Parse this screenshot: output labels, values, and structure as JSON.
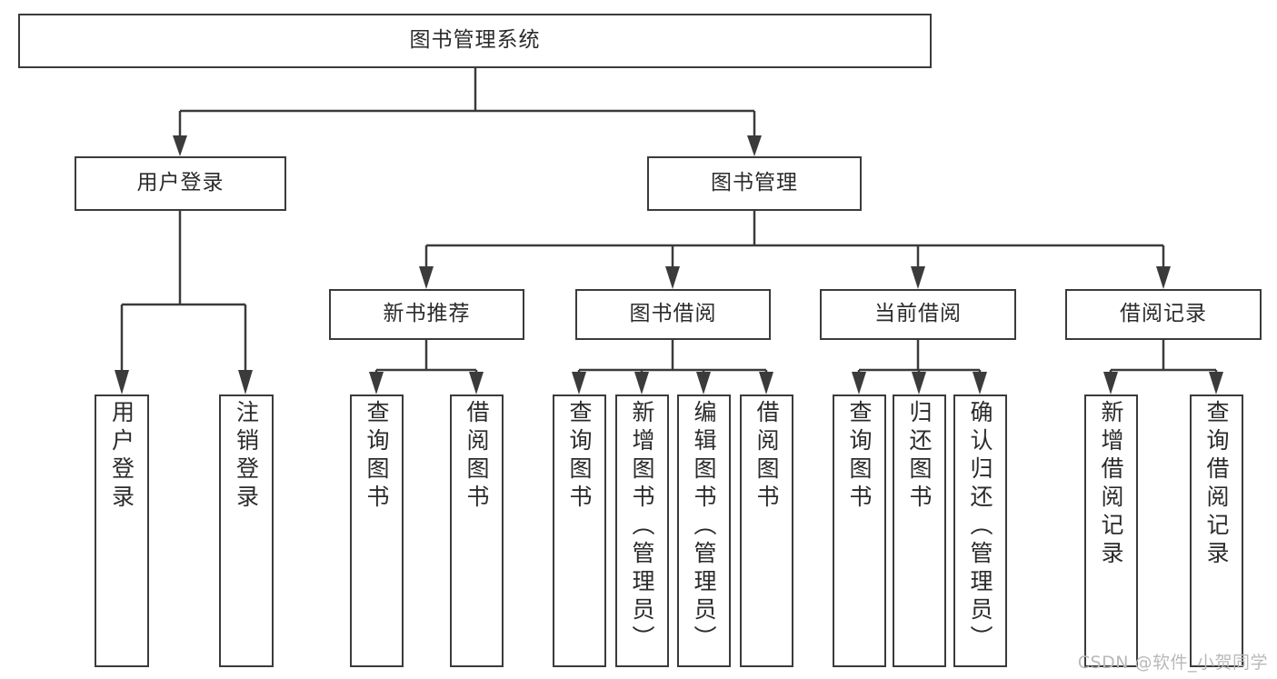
{
  "diagram": {
    "title": "图书管理系统",
    "type": "tree",
    "root": {
      "id": "root",
      "label": "图书管理系统",
      "orientation": "horizontal"
    },
    "level2": [
      {
        "id": "user-login",
        "label": "用户登录",
        "orientation": "horizontal"
      },
      {
        "id": "book-management",
        "label": "图书管理",
        "orientation": "horizontal"
      }
    ],
    "level3": [
      {
        "id": "new-book-recommend",
        "label": "新书推荐",
        "orientation": "horizontal",
        "parent": "book-management"
      },
      {
        "id": "book-borrow",
        "label": "图书借阅",
        "orientation": "horizontal",
        "parent": "book-management"
      },
      {
        "id": "current-borrow",
        "label": "当前借阅",
        "orientation": "horizontal",
        "parent": "book-management"
      },
      {
        "id": "borrow-record",
        "label": "借阅记录",
        "orientation": "horizontal",
        "parent": "book-management"
      }
    ],
    "leaves": [
      {
        "id": "leaf-user-login",
        "label": "用户登录",
        "parent": "user-login"
      },
      {
        "id": "leaf-user-logout",
        "label": "注销登录",
        "parent": "user-login"
      },
      {
        "id": "leaf-query-book-1",
        "label": "查询图书",
        "parent": "new-book-recommend"
      },
      {
        "id": "leaf-borrow-book-1",
        "label": "借阅图书",
        "parent": "new-book-recommend"
      },
      {
        "id": "leaf-query-book-2",
        "label": "查询图书",
        "parent": "book-borrow"
      },
      {
        "id": "leaf-add-book",
        "label": "新增图书（管理员）",
        "parent": "book-borrow"
      },
      {
        "id": "leaf-edit-book",
        "label": "编辑图书（管理员）",
        "parent": "book-borrow"
      },
      {
        "id": "leaf-borrow-book-2",
        "label": "借阅图书",
        "parent": "book-borrow"
      },
      {
        "id": "leaf-query-book-3",
        "label": "查询图书",
        "parent": "current-borrow"
      },
      {
        "id": "leaf-return-book",
        "label": "归还图书",
        "parent": "current-borrow"
      },
      {
        "id": "leaf-confirm-return",
        "label": "确认归还（管理员）",
        "parent": "current-borrow"
      },
      {
        "id": "leaf-add-record",
        "label": "新增借阅记录",
        "parent": "borrow-record"
      },
      {
        "id": "leaf-query-record",
        "label": "查询借阅记录",
        "parent": "borrow-record"
      }
    ],
    "watermark": "CSDN @软件_小贺同学",
    "colors": {
      "border": "#3b3b3b",
      "background": "#ffffff",
      "text": "#2b2b2b",
      "watermark": "#b9b9b9"
    }
  }
}
